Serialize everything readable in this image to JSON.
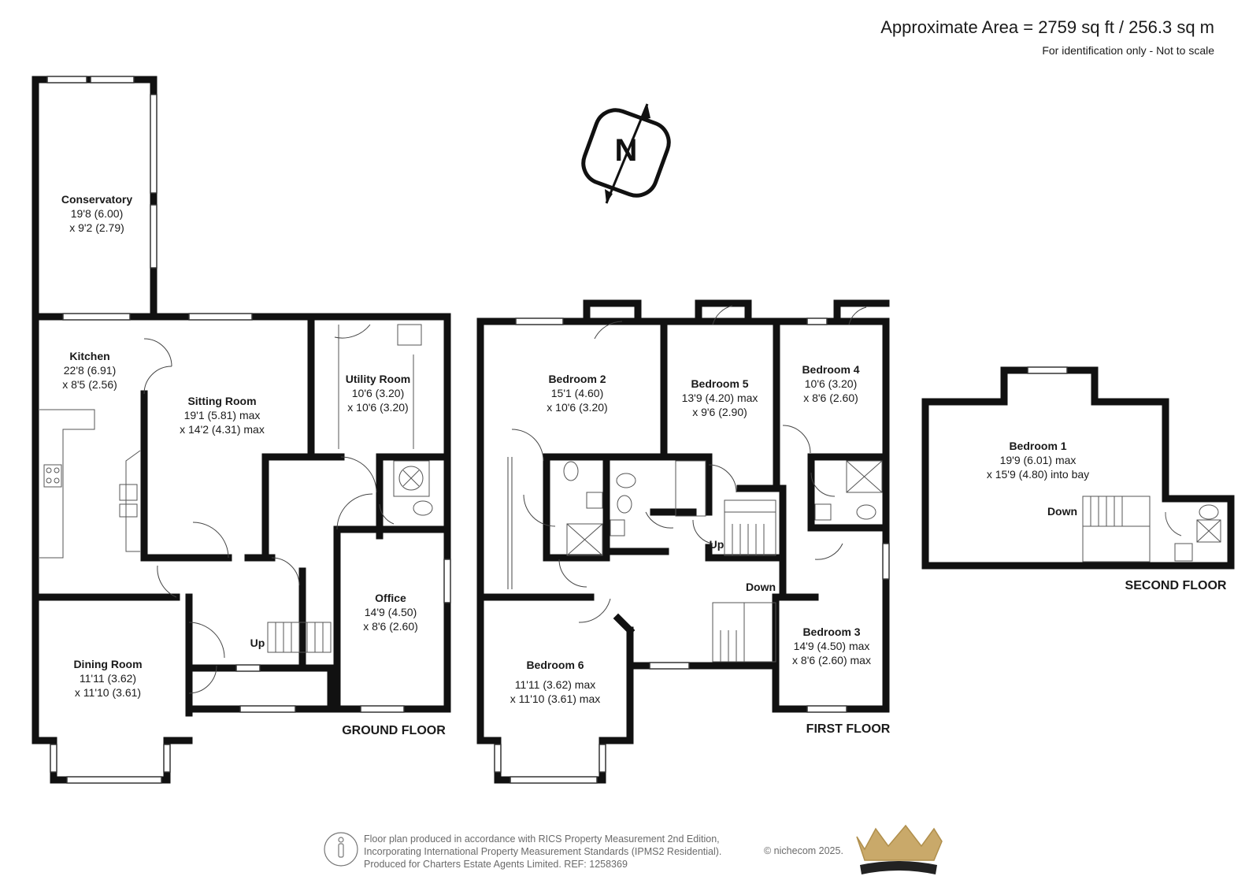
{
  "header": {
    "area": "Approximate Area = 2759 sq ft / 256.3 sq m",
    "disclaimer": "For identification only - Not to scale"
  },
  "compass": {
    "letter": "N"
  },
  "floors": {
    "ground": {
      "label": "GROUND FLOOR",
      "rooms": {
        "conservatory": {
          "name": "Conservatory",
          "dim1": "19'8 (6.00)",
          "dim2": "x 9'2 (2.79)"
        },
        "kitchen": {
          "name": "Kitchen",
          "dim1": "22'8 (6.91)",
          "dim2": "x 8'5 (2.56)"
        },
        "sitting": {
          "name": "Sitting Room",
          "dim1": "19'1 (5.81) max",
          "dim2": "x 14'2 (4.31) max"
        },
        "utility": {
          "name": "Utility Room",
          "dim1": "10'6 (3.20)",
          "dim2": "x 10'6 (3.20)"
        },
        "office": {
          "name": "Office",
          "dim1": "14'9 (4.50)",
          "dim2": "x 8'6 (2.60)"
        },
        "dining": {
          "name": "Dining Room",
          "dim1": "11'11 (3.62)",
          "dim2": "x 11'10 (3.61)"
        }
      },
      "stairs_label": "Up"
    },
    "first": {
      "label": "FIRST FLOOR",
      "rooms": {
        "bed2": {
          "name": "Bedroom 2",
          "dim1": "15'1 (4.60)",
          "dim2": "x 10'6 (3.20)"
        },
        "bed5": {
          "name": "Bedroom 5",
          "dim1": "13'9 (4.20) max",
          "dim2": "x 9'6 (2.90)"
        },
        "bed4": {
          "name": "Bedroom 4",
          "dim1": "10'6 (3.20)",
          "dim2": "x 8'6 (2.60)"
        },
        "bed6": {
          "name": "Bedroom 6",
          "dim1": "11'11 (3.62) max",
          "dim2": "x 11'10 (3.61) max"
        },
        "bed3": {
          "name": "Bedroom 3",
          "dim1": "14'9 (4.50) max",
          "dim2": "x 8'6 (2.60) max"
        }
      },
      "stairs_up": "Up",
      "stairs_down": "Down"
    },
    "second": {
      "label": "SECOND FLOOR",
      "rooms": {
        "bed1": {
          "name": "Bedroom 1",
          "dim1": "19'9 (6.01) max",
          "dim2": "x 15'9 (4.80) into bay"
        }
      },
      "stairs_down": "Down"
    }
  },
  "footer": {
    "line1": "Floor plan produced in accordance with RICS Property Measurement 2nd Edition,",
    "line2": "Incorporating International Property Measurement Standards (IPMS2 Residential).",
    "line3": "Produced for Charters Estate Agents Limited.   REF: 1258369",
    "copyright": "© nichecom 2025."
  },
  "colors": {
    "wall": "#111111",
    "text": "#1a1a1a",
    "fixture": "#555555",
    "logo_gold": "#c9a96a",
    "logo_dark": "#222222"
  }
}
